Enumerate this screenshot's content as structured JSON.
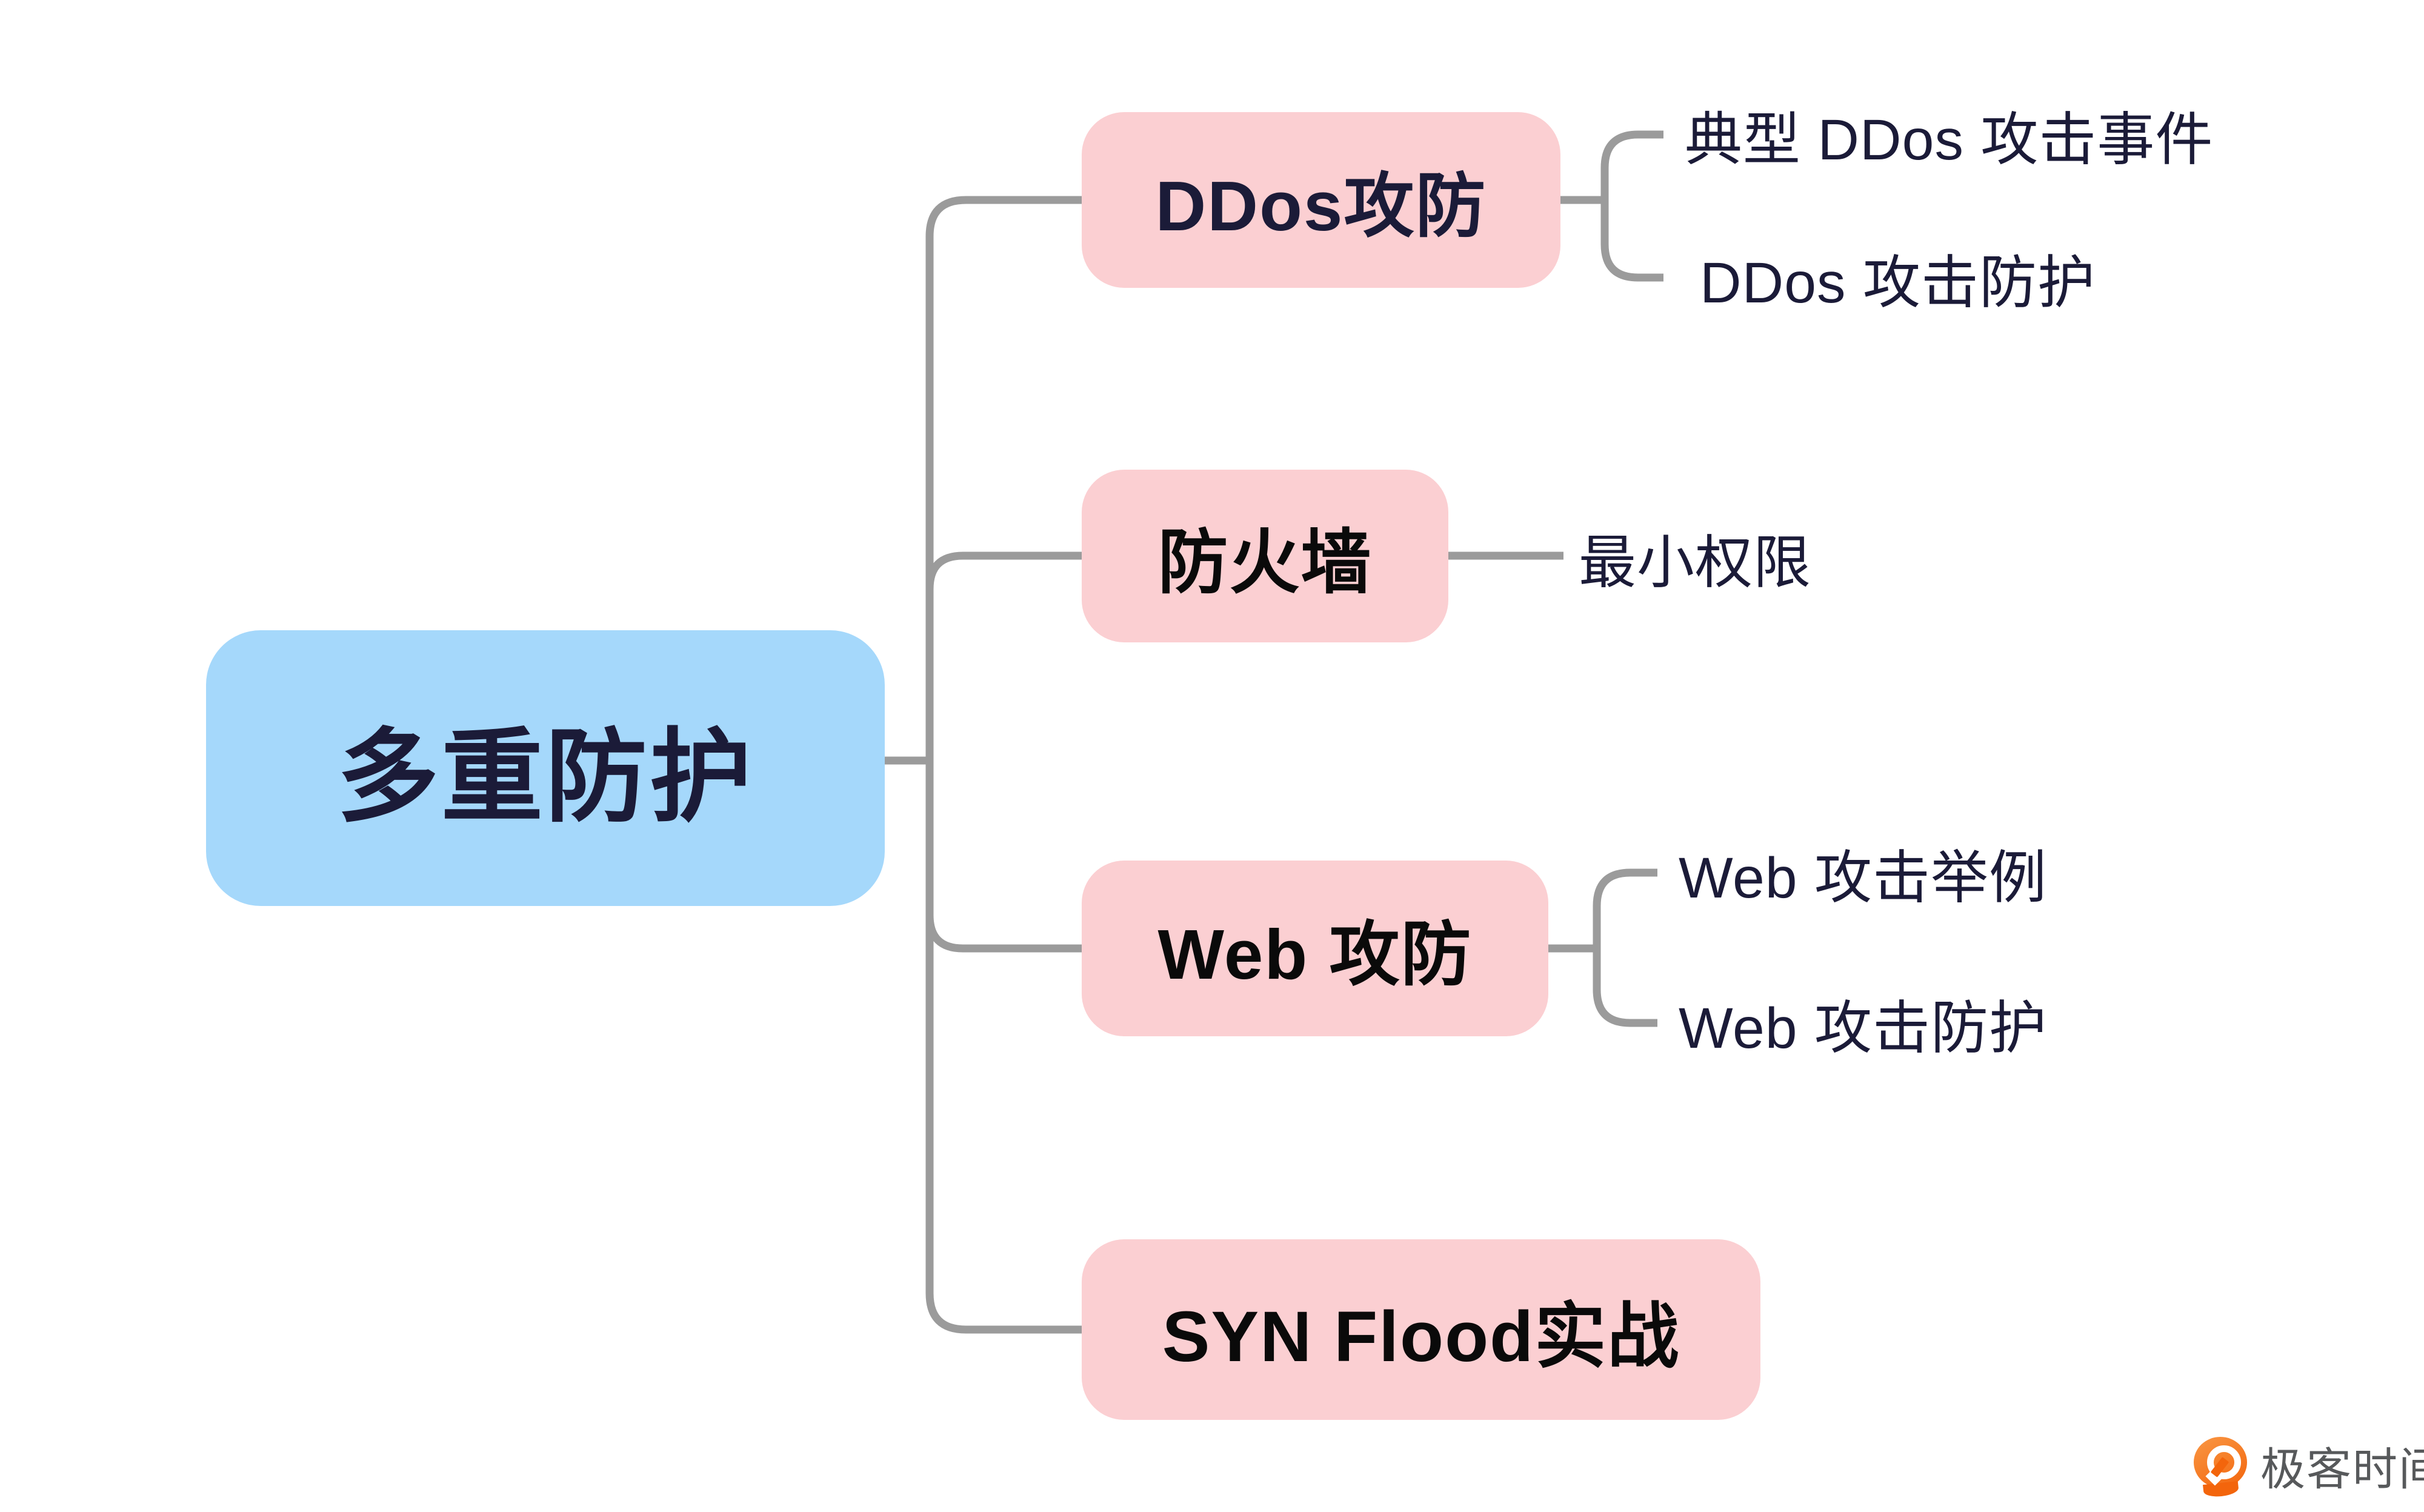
{
  "root": {
    "label": "多重防护"
  },
  "branches": [
    {
      "label": "DDos攻防",
      "children": [
        "典型 DDos 攻击事件",
        "DDos 攻击防护"
      ]
    },
    {
      "label": "防火墙",
      "children": [
        "最小权限"
      ]
    },
    {
      "label": "Web 攻防",
      "children": [
        "Web 攻击举例",
        "Web 攻击防护"
      ]
    },
    {
      "label": "SYN Flood实战",
      "children": []
    }
  ],
  "watermark": {
    "brand": "极客时间",
    "icon": "geektime-pin-icon"
  },
  "colors": {
    "blue": "#a5d8fb",
    "pink": "#fbcfd2",
    "navy": "#1b1b38",
    "black": "#0a0a0a",
    "line": "#9b9b9b",
    "logo-orange": "#f3650c",
    "logo-orange-light": "#f99744",
    "logo-text": "#57595b"
  }
}
